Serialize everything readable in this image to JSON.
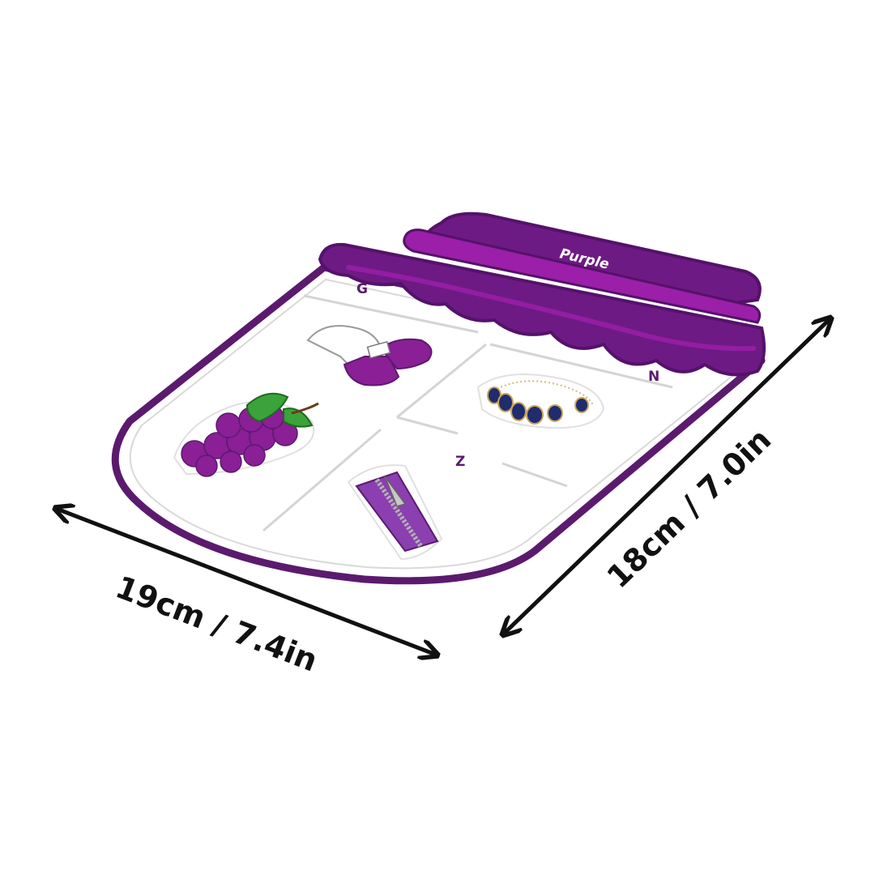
{
  "product": {
    "color_label": "Purple",
    "letters": [
      "G",
      "N",
      "Z"
    ],
    "items": [
      "mittens-image",
      "beads-image",
      "grapes-image",
      "zipper-image"
    ]
  },
  "dimensions": {
    "width_label": "19cm / 7.4in",
    "height_label": "18cm / 7.0in"
  },
  "colors": {
    "lid": "#6e1a84",
    "lid_band": "#9b1fa8",
    "lid_dark": "#54126a",
    "board_border": "#5b1a6e",
    "board_fill": "#ffffff",
    "grape": "#8a1f96",
    "leaf": "#3aa33a",
    "bead": "#1f2c6e",
    "zipper": "#8b3fb0",
    "arrow": "#111111"
  }
}
